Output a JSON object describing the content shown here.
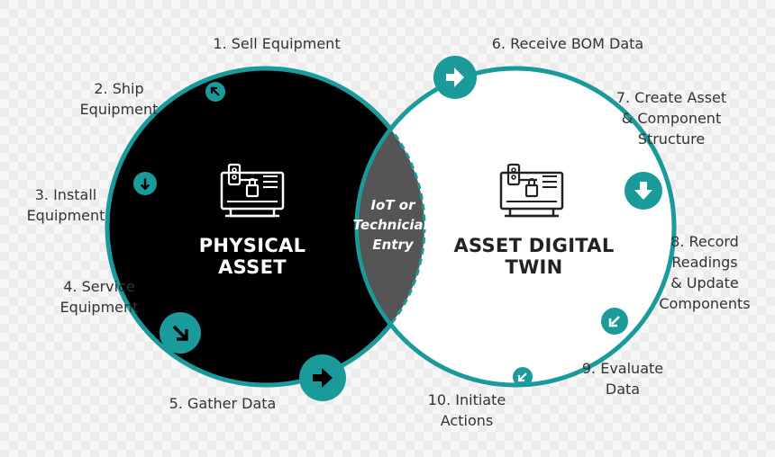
{
  "colors": {
    "teal": "#1a9a9a",
    "physical_fill": "#000000",
    "digital_fill": "#ffffff",
    "overlap_fill": "#555555",
    "label_text": "#333333"
  },
  "physical_asset": {
    "title": "PHYSICAL\nASSET",
    "icon": "machine-icon"
  },
  "digital_twin": {
    "title": "ASSET DIGITAL\nTWIN",
    "icon": "machine-icon"
  },
  "overlap": {
    "label": "IoT or\nTechnician\nEntry"
  },
  "steps": [
    {
      "label": "1. Sell Equipment",
      "icon": "arrow-icon"
    },
    {
      "label": "2. Ship\nEquipment",
      "icon": "arrow-icon"
    },
    {
      "label": "3. Install\nEquipment",
      "icon": "arrow-icon"
    },
    {
      "label": "4. Service\nEquipment",
      "icon": "arrow-icon"
    },
    {
      "label": "5. Gather Data",
      "icon": "arrow-icon"
    },
    {
      "label": "6. Receive BOM Data",
      "icon": "arrow-icon"
    },
    {
      "label": "7. Create Asset\n& Component\nStructure",
      "icon": "arrow-icon"
    },
    {
      "label": "8. Record\nReadings\n& Update\nComponents",
      "icon": "arrow-icon"
    },
    {
      "label": "9. Evaluate\nData",
      "icon": "arrow-icon"
    },
    {
      "label": "10. Initiate\nActions",
      "icon": "arrow-icon"
    }
  ]
}
